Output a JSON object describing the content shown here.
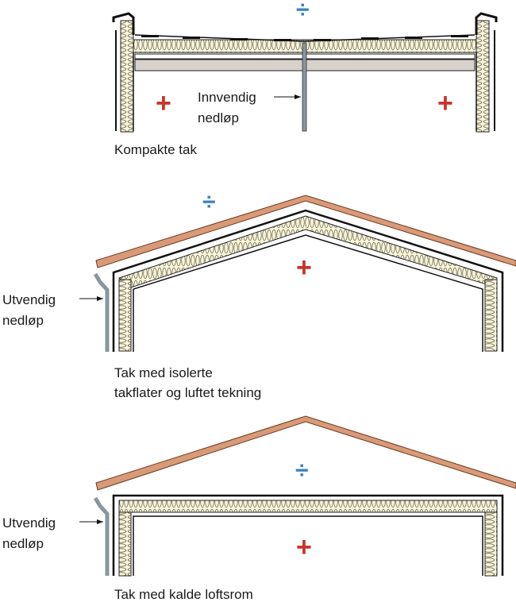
{
  "colors": {
    "warm": "#c8342a",
    "cold": "#3d7fbf",
    "insulation": "#fbf6d6",
    "tiles": "#d99a78",
    "pipe": "#8a969c",
    "slab": "#d8d2cc"
  },
  "symbols": {
    "warm": "+",
    "cold": "÷"
  },
  "diagram1": {
    "caption": "Kompakte tak",
    "drain_label_1": "Innvendig",
    "drain_label_2": "nedløp"
  },
  "diagram2": {
    "caption_1": "Tak med isolerte",
    "caption_2": "takflater og luftet tekning",
    "drain_label_1": "Utvendig",
    "drain_label_2": "nedløp"
  },
  "diagram3": {
    "caption": "Tak med kalde loftsrom",
    "drain_label_1": "Utvendig",
    "drain_label_2": "nedløp"
  }
}
